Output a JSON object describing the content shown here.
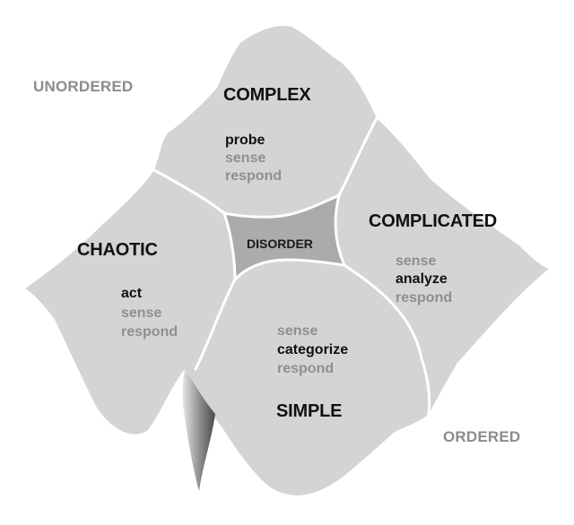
{
  "corners": {
    "unordered": "UNORDERED",
    "ordered": "ORDERED"
  },
  "domains": {
    "complex": {
      "title": "COMPLEX",
      "steps": [
        "probe",
        "sense",
        "respond"
      ],
      "emphasis": 0
    },
    "complicated": {
      "title": "COMPLICATED",
      "steps": [
        "sense",
        "analyze",
        "respond"
      ],
      "emphasis": 1
    },
    "chaotic": {
      "title": "CHAOTIC",
      "steps": [
        "act",
        "sense",
        "respond"
      ],
      "emphasis": 0
    },
    "simple": {
      "title": "SIMPLE",
      "steps": [
        "sense",
        "categorize",
        "respond"
      ],
      "emphasis": 1
    },
    "disorder": {
      "title": "DISORDER"
    }
  },
  "colors": {
    "domain_fill": "#d4d4d4",
    "disorder_fill": "#ababab",
    "border": "#ffffff",
    "emphasis_text": "#111111",
    "muted_text": "#8f8f8f",
    "corner_text": "#8c8c8c"
  }
}
